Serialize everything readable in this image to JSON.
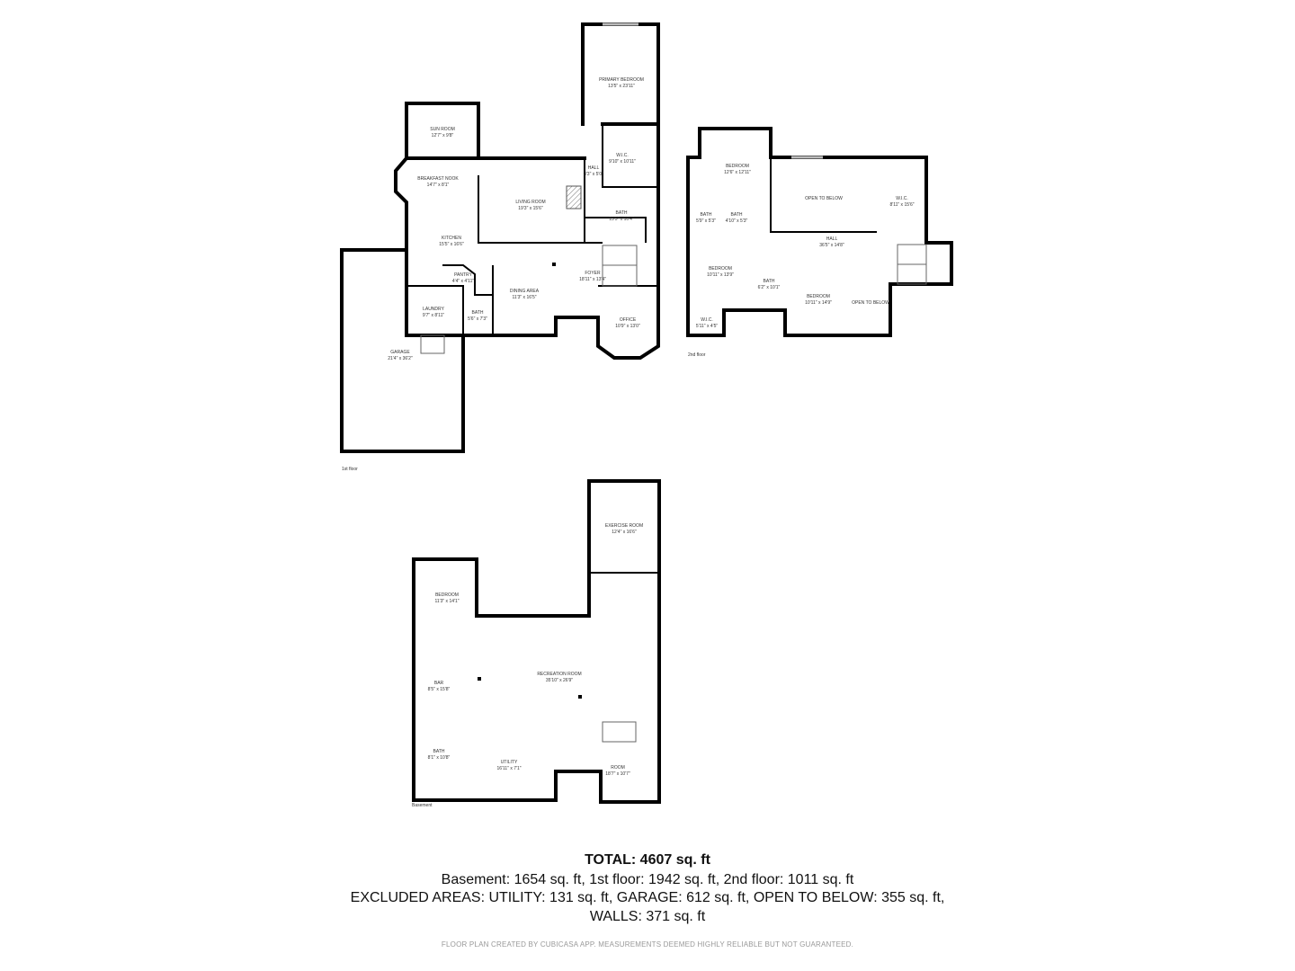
{
  "floors": {
    "first": {
      "label": "1st floor",
      "rooms": [
        {
          "name": "PRIMARY BEDROOM",
          "dim": "13'5\" x 23'11\""
        },
        {
          "name": "SUN ROOM",
          "dim": "12'7\" x 9'8\""
        },
        {
          "name": "W.I.C.",
          "dim": "9'10\" x 10'11\""
        },
        {
          "name": "HALL",
          "dim": "3'3\" x 5'0\""
        },
        {
          "name": "BREAKFAST NOOK",
          "dim": "14'7\" x 8'1\""
        },
        {
          "name": "LIVING ROOM",
          "dim": "19'3\" x 15'6\""
        },
        {
          "name": "BATH",
          "dim": "13'5\" x 10'4\""
        },
        {
          "name": "KITCHEN",
          "dim": "15'5\" x 16'6\""
        },
        {
          "name": "PANTRY",
          "dim": "4'4\" x 4'11\""
        },
        {
          "name": "FOYER",
          "dim": "18'11\" x 13'4\""
        },
        {
          "name": "DINING AREA",
          "dim": "11'3\" x 16'5\""
        },
        {
          "name": "LAUNDRY",
          "dim": "9'7\" x 8'11\""
        },
        {
          "name": "BATH",
          "dim": "5'6\" x 7'3\""
        },
        {
          "name": "OFFICE",
          "dim": "10'9\" x 13'0\""
        },
        {
          "name": "GARAGE",
          "dim": "21'4\" x 36'2\""
        }
      ]
    },
    "second": {
      "label": "2nd floor",
      "rooms": [
        {
          "name": "BEDROOM",
          "dim": "12'6\" x 12'11\""
        },
        {
          "name": "OPEN TO BELOW",
          "dim": ""
        },
        {
          "name": "W.I.C.",
          "dim": "8'11\" x 15'6\""
        },
        {
          "name": "BATH",
          "dim": "5'9\" x 5'3\""
        },
        {
          "name": "BATH",
          "dim": "4'10\" x 5'3\""
        },
        {
          "name": "HALL",
          "dim": "36'5\" x 14'8\""
        },
        {
          "name": "BEDROOM",
          "dim": "10'11\" x 13'9\""
        },
        {
          "name": "BATH",
          "dim": "6'2\" x 10'1\""
        },
        {
          "name": "BEDROOM",
          "dim": "10'11\" x 14'9\""
        },
        {
          "name": "OPEN TO BELOW",
          "dim": ""
        },
        {
          "name": "W.I.C.",
          "dim": "5'11\" x 4'5\""
        }
      ]
    },
    "basement": {
      "label": "Basement",
      "rooms": [
        {
          "name": "EXERCISE ROOM",
          "dim": "12'4\" x 16'6\""
        },
        {
          "name": "BEDROOM",
          "dim": "11'3\" x 14'1\""
        },
        {
          "name": "RECREATION ROOM",
          "dim": "35'10\" x 26'9\""
        },
        {
          "name": "BAR",
          "dim": "8'5\" x 15'8\""
        },
        {
          "name": "BATH",
          "dim": "8'1\" x 10'8\""
        },
        {
          "name": "UTILITY",
          "dim": "16'11\" x 7'1\""
        },
        {
          "name": "ROOM",
          "dim": "18'7\" x 10'7\""
        }
      ]
    }
  },
  "summary": {
    "total": "TOTAL: 4607 sq. ft",
    "line1": "Basement: 1654 sq. ft, 1st floor: 1942 sq. ft, 2nd floor: 1011 sq. ft",
    "line2": "EXCLUDED AREAS: UTILITY: 131 sq. ft, GARAGE: 612 sq. ft, OPEN TO BELOW: 355 sq. ft,",
    "line3": "WALLS: 371 sq. ft",
    "disclaimer": "FLOOR PLAN CREATED BY CUBICASA APP. MEASUREMENTS DEEMED HIGHLY RELIABLE BUT NOT GUARANTEED."
  }
}
